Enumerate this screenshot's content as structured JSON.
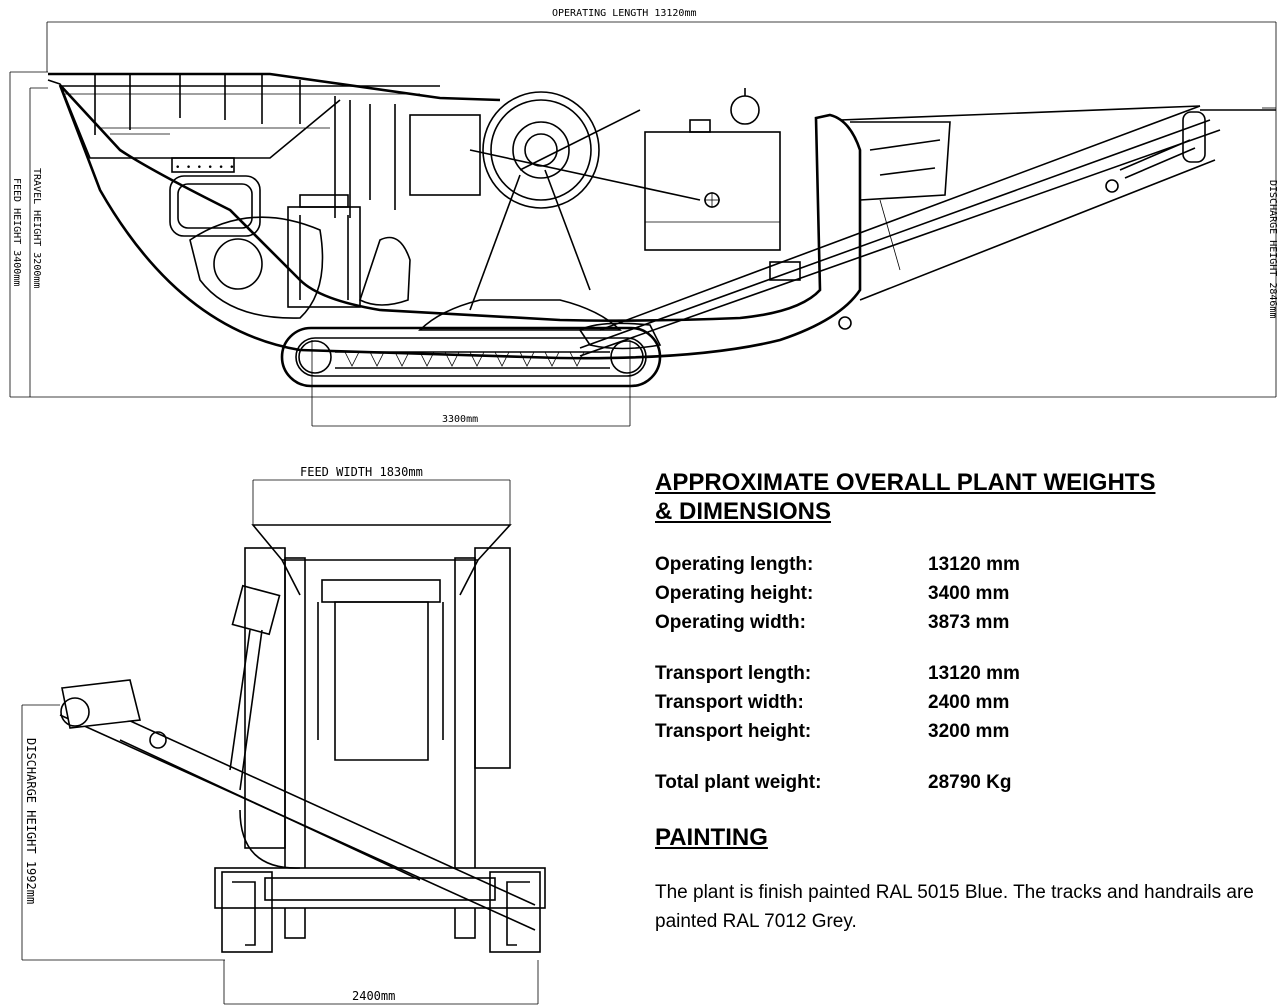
{
  "side_view": {
    "operating_length_label": "OPERATING LENGTH 13120mm",
    "travel_height_label": "TRAVEL HEIGHT 3200mm",
    "feed_height_label": "FEED HEIGHT 3400mm",
    "discharge_height_label": "DISCHARGE HEIGHT 2846mm",
    "track_length_label": "3300mm"
  },
  "end_view": {
    "feed_width_label": "FEED WIDTH 1830mm",
    "discharge_height_label": "DISCHARGE HEIGHT 1992mm",
    "transport_width_label": "2400mm"
  },
  "weights": {
    "heading_line1": "APPROXIMATE OVERALL PLANT WEIGHTS",
    "heading_line2": "& DIMENSIONS",
    "groups": [
      [
        {
          "label": "Operating length:",
          "value": "13120 mm"
        },
        {
          "label": "Operating height:",
          "value": "3400 mm"
        },
        {
          "label": "Operating width:",
          "value": "3873 mm"
        }
      ],
      [
        {
          "label": "Transport length:",
          "value": "13120 mm"
        },
        {
          "label": "Transport width:",
          "value": "2400 mm"
        },
        {
          "label": "Transport height:",
          "value": "3200 mm"
        }
      ],
      [
        {
          "label": "Total plant weight:",
          "value": "28790 Kg"
        }
      ]
    ]
  },
  "painting": {
    "heading": "PAINTING",
    "text": "The plant is finish painted RAL 5015 Blue. The tracks and handrails are painted RAL 7012 Grey."
  }
}
